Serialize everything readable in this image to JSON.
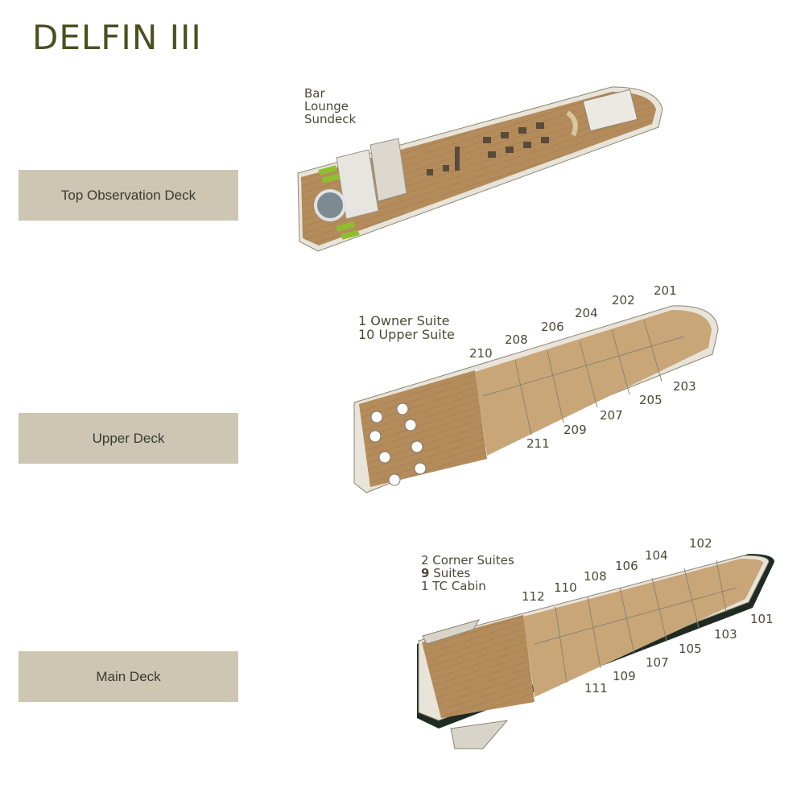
{
  "title": "DELFIN III",
  "decks": [
    {
      "label": "Top Observation Deck",
      "notes": [
        "Bar",
        "Lounge",
        "Sundeck"
      ]
    },
    {
      "label": "Upper Deck",
      "notes": [
        "1 Owner Suite",
        "10 Upper Suite"
      ],
      "cabins": [
        "201",
        "202",
        "203",
        "204",
        "205",
        "206",
        "207",
        "208",
        "209",
        "210",
        "211"
      ]
    },
    {
      "label": "Main Deck",
      "notes_parts": {
        "line1": "2 Corner Suites",
        "line2_num": "9",
        "line2_text": " Suites",
        "line3": "1 TC Cabin"
      },
      "cabins": [
        "101",
        "102",
        "103",
        "104",
        "105",
        "106",
        "107",
        "108",
        "109",
        "110",
        "111",
        "112"
      ]
    }
  ],
  "colors": {
    "title": "#4a5020",
    "label_bg": "#cdc6b2",
    "deck_wood": "#b08a5a",
    "hull": "#f2f0ea"
  }
}
